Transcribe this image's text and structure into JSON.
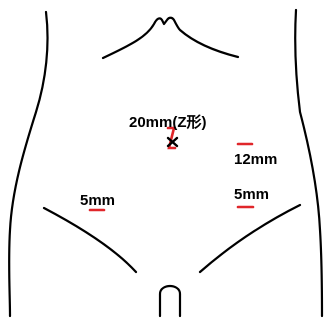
{
  "incision_color": "#e0262a",
  "line_color": "#000000",
  "labels": {
    "umbilical": "20mm(Z形)",
    "right_upper": "12mm",
    "right_lower": "5mm",
    "left_lower": "5mm"
  },
  "icons": {
    "umbilicus_mark": "umbilicus-x-icon"
  }
}
